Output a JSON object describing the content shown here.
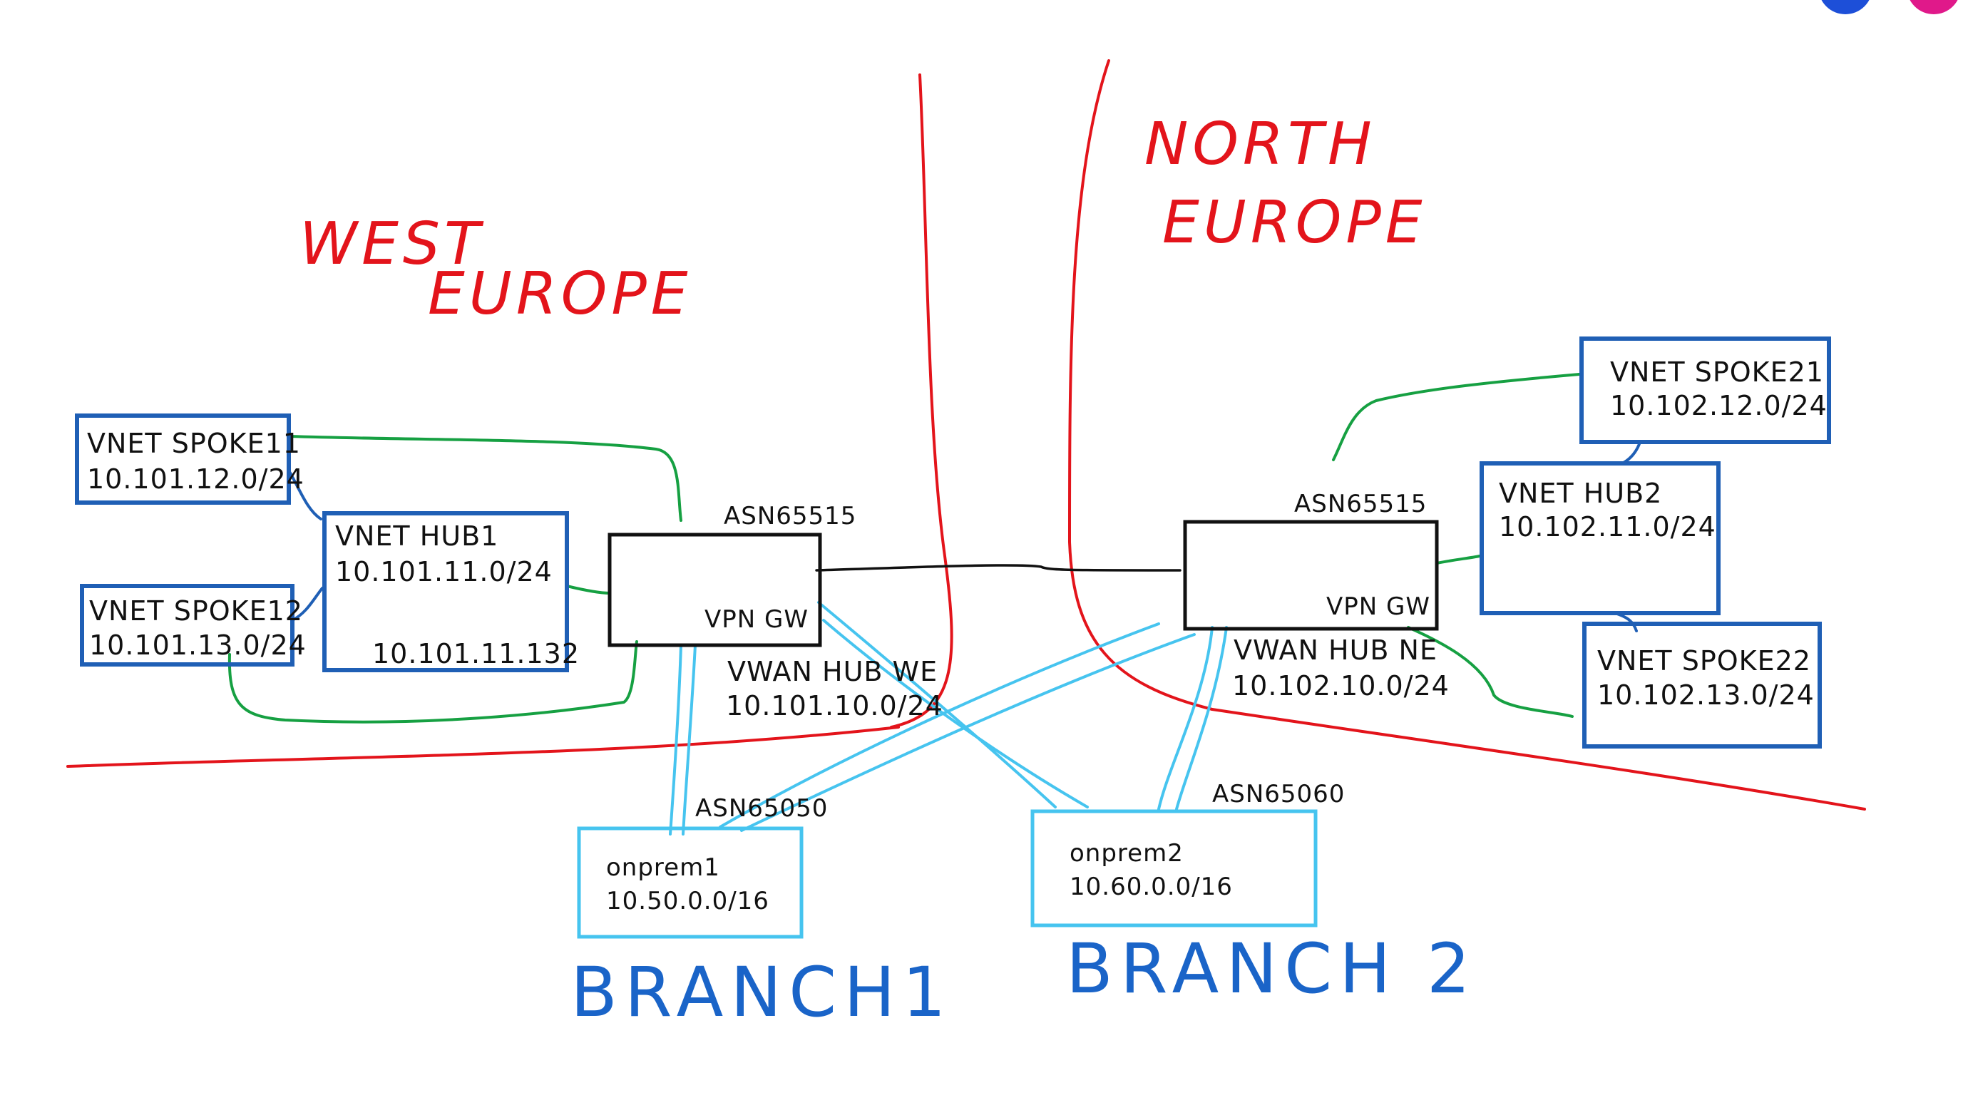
{
  "regions": {
    "west": [
      "WEST",
      "EUROPE"
    ],
    "north": [
      "NORTH",
      "EUROPE"
    ]
  },
  "hubs": {
    "we": {
      "asn": "ASN65515",
      "gw": "VPN GW",
      "name": "VWAN HUB WE",
      "cidr": "10.101.10.0/24"
    },
    "ne": {
      "asn": "ASN65515",
      "gw": "VPN GW",
      "name": "VWAN HUB NE",
      "cidr": "10.102.10.0/24"
    }
  },
  "vnets": {
    "spoke11": {
      "name": "VNET SPOKE11",
      "cidr": "10.101.12.0/24"
    },
    "spoke12": {
      "name": "VNET SPOKE12",
      "cidr": "10.101.13.0/24"
    },
    "hub1": {
      "name": "VNET HUB1",
      "cidr": "10.101.11.0/24",
      "ip": "10.101.11.132"
    },
    "spoke21": {
      "name": "VNET SPOKE21",
      "cidr": "10.102.12.0/24"
    },
    "hub2": {
      "name": "VNET HUB2",
      "cidr": "10.102.11.0/24"
    },
    "spoke22": {
      "name": "VNET SPOKE22",
      "cidr": "10.102.13.0/24"
    }
  },
  "branches": {
    "b1": {
      "asn": "ASN65050",
      "name": "onprem1",
      "cidr": "10.50.0.0/16",
      "label": "BRANCH1"
    },
    "b2": {
      "asn": "ASN65060",
      "name": "onprem2",
      "cidr": "10.60.0.0/16",
      "label": "BRANCH 2"
    }
  },
  "colors": {
    "region_border": "#e3141b",
    "vnet_box": "#1f5fb5",
    "peering": "#16a042",
    "vpn_tunnel": "#46c4ef",
    "branch_label": "#1a64c8"
  }
}
